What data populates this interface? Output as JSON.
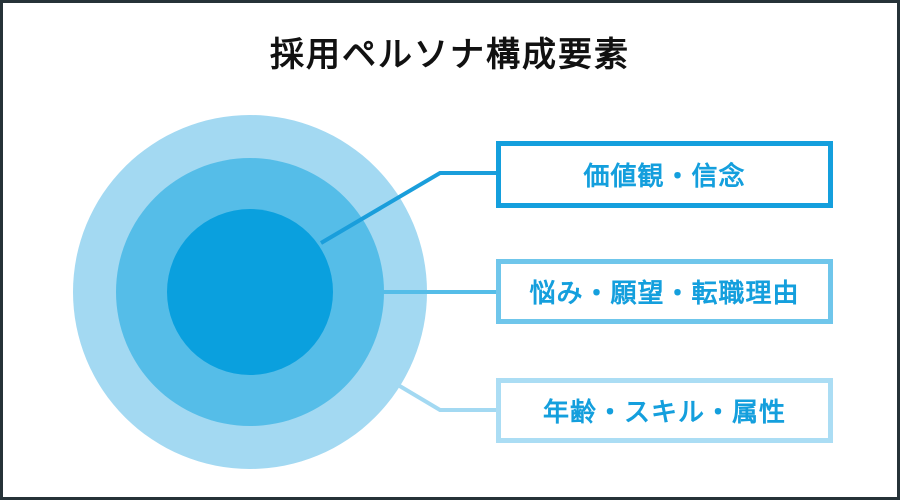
{
  "title": "採用ペルソナ構成要素",
  "title_color": "#111111",
  "frame_border_color": "#263238",
  "background_color": "#ffffff",
  "label_text_color": "#149fdd",
  "rings": [
    {
      "id": "inner",
      "label": "価値観・信念",
      "circle_color": "#0aa0de",
      "box_border_color": "#149fdd",
      "connector_color": "#1a9edb"
    },
    {
      "id": "middle",
      "label": "悩み・願望・転職理由",
      "circle_color": "#55bde8",
      "box_border_color": "#6fc6eb",
      "connector_color": "#55bde8"
    },
    {
      "id": "outer",
      "label": "年齢・スキル・属性",
      "circle_color": "#a3d9f2",
      "box_border_color": "#abddf4",
      "connector_color": "#a3d9f2"
    }
  ]
}
